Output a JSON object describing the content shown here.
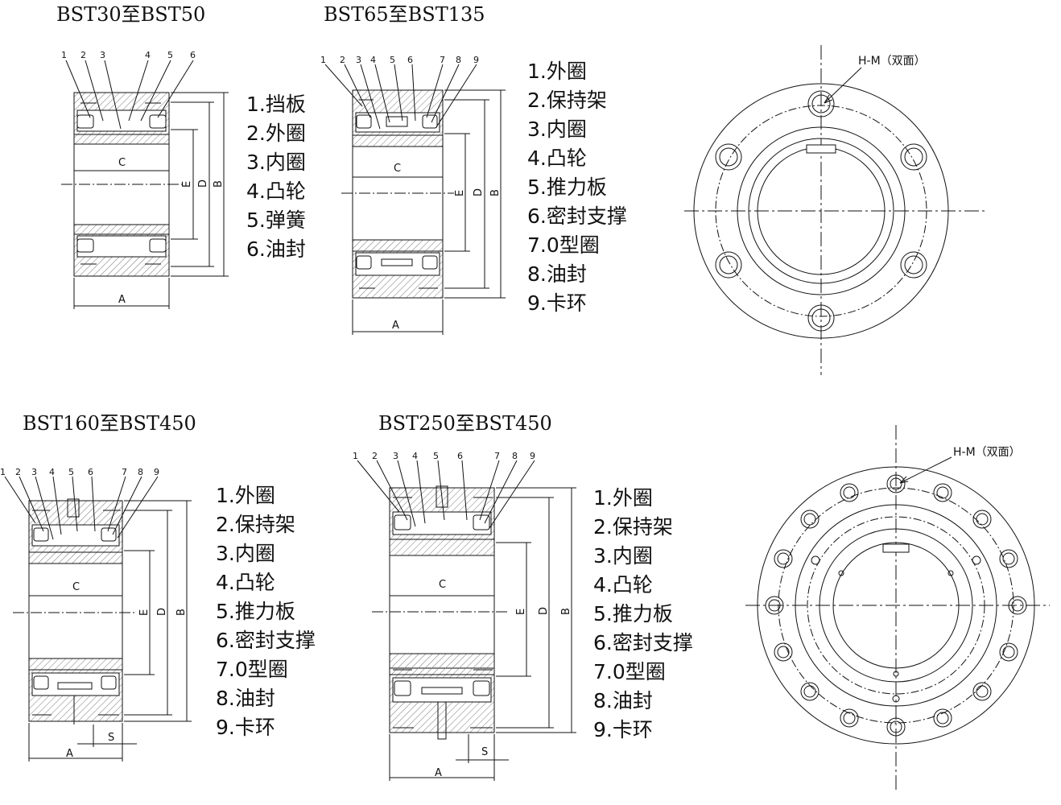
{
  "diagrams": [
    {
      "title": "BST30至BST50",
      "part_numbers": [
        "1",
        "2",
        "3",
        "4",
        "5",
        "6"
      ],
      "dims": {
        "a": "A",
        "b": "B",
        "c": "C",
        "d": "D",
        "e": "E"
      },
      "legend": [
        "1.挡板",
        "2.外圈",
        "3.内圈",
        "4.凸轮",
        "5.弹簧",
        "6.油封"
      ]
    },
    {
      "title": "BST65至BST135",
      "part_numbers": [
        "1",
        "2",
        "3",
        "4",
        "5",
        "6",
        "7",
        "8",
        "9"
      ],
      "dims": {
        "a": "A",
        "b": "B",
        "c": "C",
        "d": "D",
        "e": "E"
      },
      "legend": [
        "1.外圈",
        "2.保持架",
        "3.内圈",
        "4.凸轮",
        "5.推力板",
        "6.密封支撑",
        "7.0型圈",
        "8.油封",
        "9.卡环"
      ]
    },
    {
      "title": "BST160至BST450",
      "part_numbers": [
        "1",
        "2",
        "3",
        "4",
        "5",
        "6",
        "7",
        "8",
        "9"
      ],
      "dims": {
        "a": "A",
        "b": "B",
        "c": "C",
        "d": "D",
        "e": "E",
        "s": "S"
      },
      "legend": [
        "1.外圈",
        "2.保持架",
        "3.内圈",
        "4.凸轮",
        "5.推力板",
        "6.密封支撑",
        "7.0型圈",
        "8.油封",
        "9.卡环"
      ]
    },
    {
      "title": "BST250至BST450",
      "part_numbers": [
        "1",
        "2",
        "3",
        "4",
        "5",
        "6",
        "7",
        "8",
        "9"
      ],
      "dims": {
        "a": "A",
        "b": "B",
        "c": "C",
        "d": "D",
        "e": "E",
        "s": "S"
      },
      "legend": [
        "1.外圈",
        "2.保持架",
        "3.内圈",
        "4.凸轮",
        "5.推力板",
        "6.密封支撑",
        "7.0型圈",
        "8.油封",
        "9.卡环"
      ]
    }
  ],
  "front_views": [
    {
      "label": "H-M（双面）",
      "bolt_holes": 6
    },
    {
      "label": "H-M（双面）",
      "bolt_holes": 16
    }
  ]
}
